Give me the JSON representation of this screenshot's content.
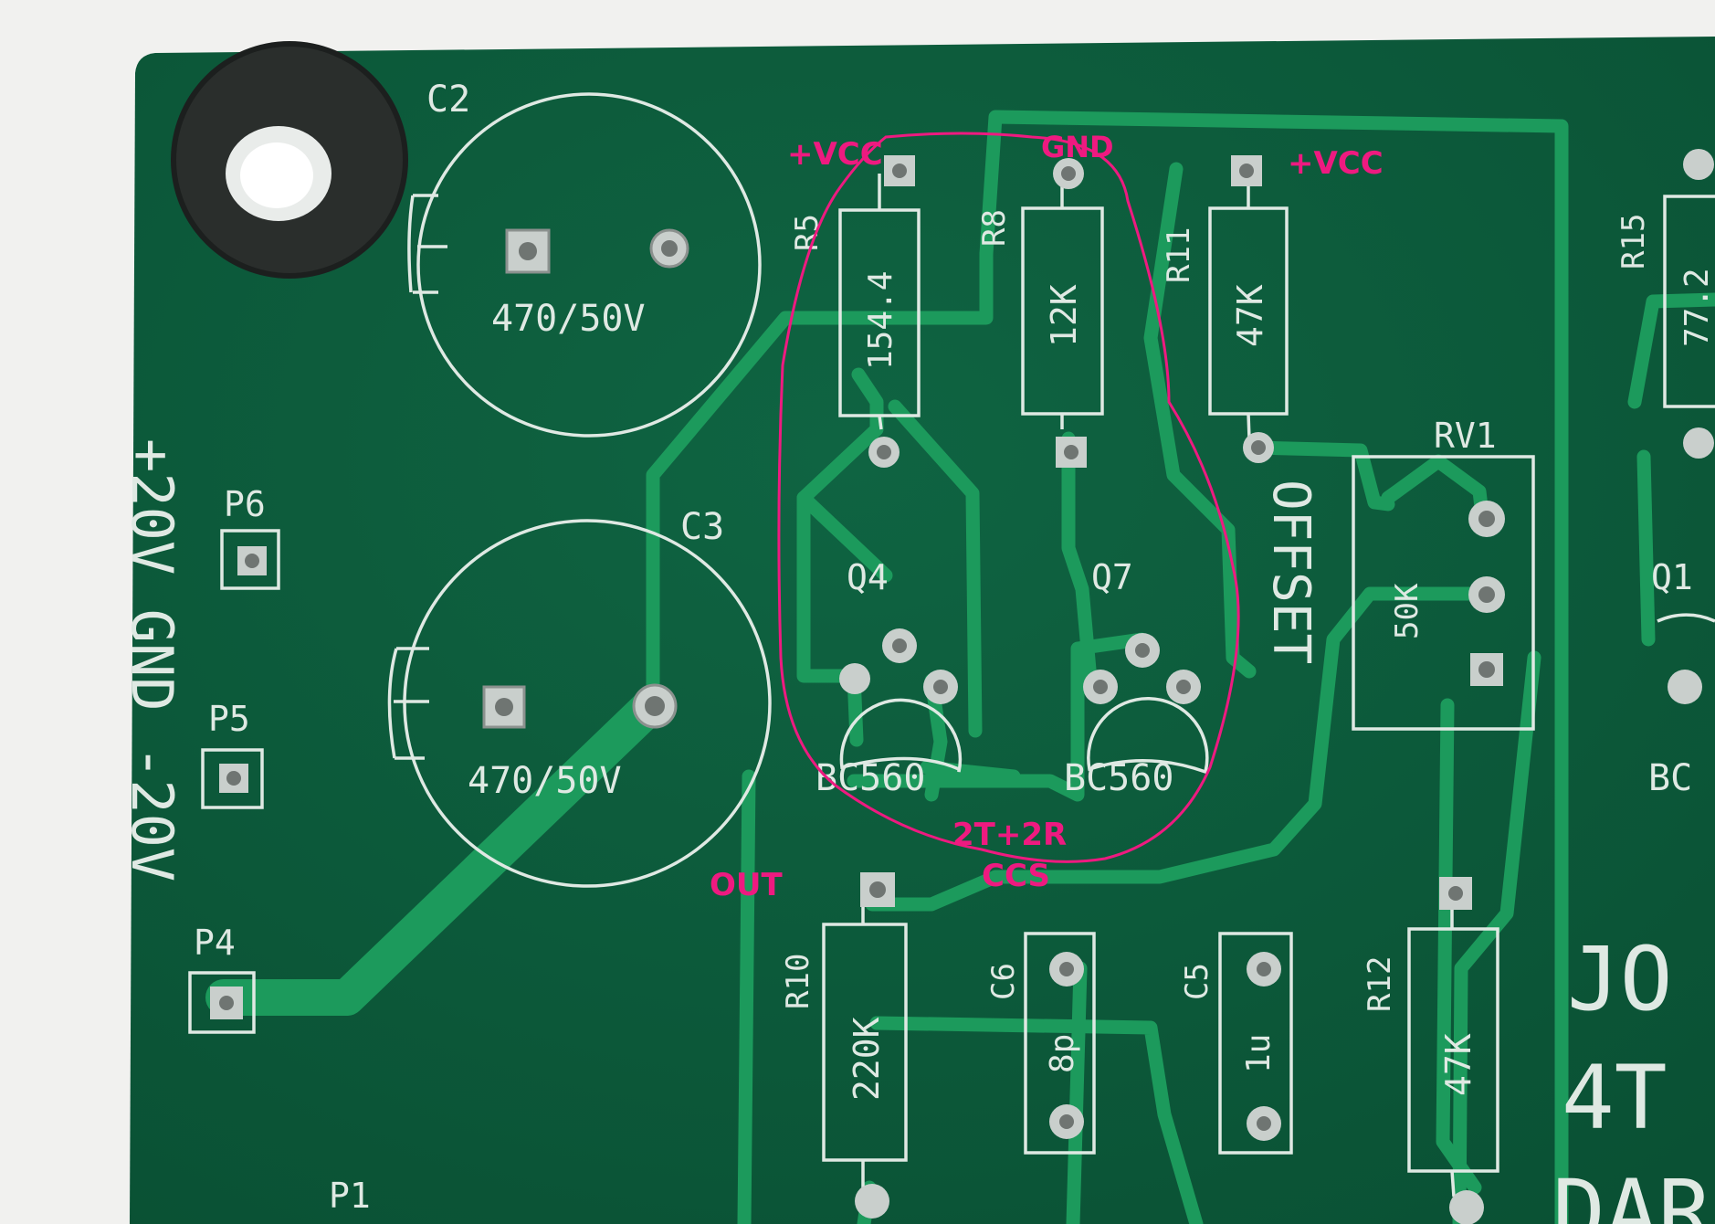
{
  "photo": {
    "subject": "green printed circuit board with white silkscreen and hand-drawn pink annotations",
    "colors": {
      "board": "#0c5a3a",
      "trace": "#1c9a5c",
      "silkscreen": "#dfe9e3",
      "annotation": "#ee1a80",
      "pad": "#c9cfcc",
      "background": "#f1f1ef"
    }
  },
  "silkscreen": {
    "c2": "C2",
    "c2_value": "470/50V",
    "c3": "C3",
    "c3_value": "470/50V",
    "r5": "R5",
    "r5_value": "154.4",
    "r8": "R8",
    "r8_value": "12K",
    "r11": "R11",
    "r11_value": "47K",
    "r15": "R15",
    "r15_value": "77.2",
    "rv1": "RV1",
    "rv1_value": "50K",
    "offset": "OFFSET",
    "q4": "Q4",
    "q4_part": "BC560",
    "q7": "Q7",
    "q7_part": "BC560",
    "q1": "Q1",
    "q1_part": "BC",
    "p6": "P6",
    "p5": "P5",
    "p4": "P4",
    "p1": "P1",
    "power_label": "+20V GND -20V",
    "r10": "R10",
    "r10_value": "220K",
    "c6": "C6",
    "c6_value": "8p",
    "c5": "C5",
    "c5_value": "1u",
    "r12": "R12",
    "r12_value": "47K",
    "title_line1": "JO",
    "title_line2": "4T",
    "title_line3": "DAR"
  },
  "annotations": {
    "vcc_left": "+VCC",
    "gnd": "GND",
    "vcc_right": "+VCC",
    "ccs_line1": "2T+2R",
    "ccs_line2": "CCS",
    "out": "OUT"
  }
}
